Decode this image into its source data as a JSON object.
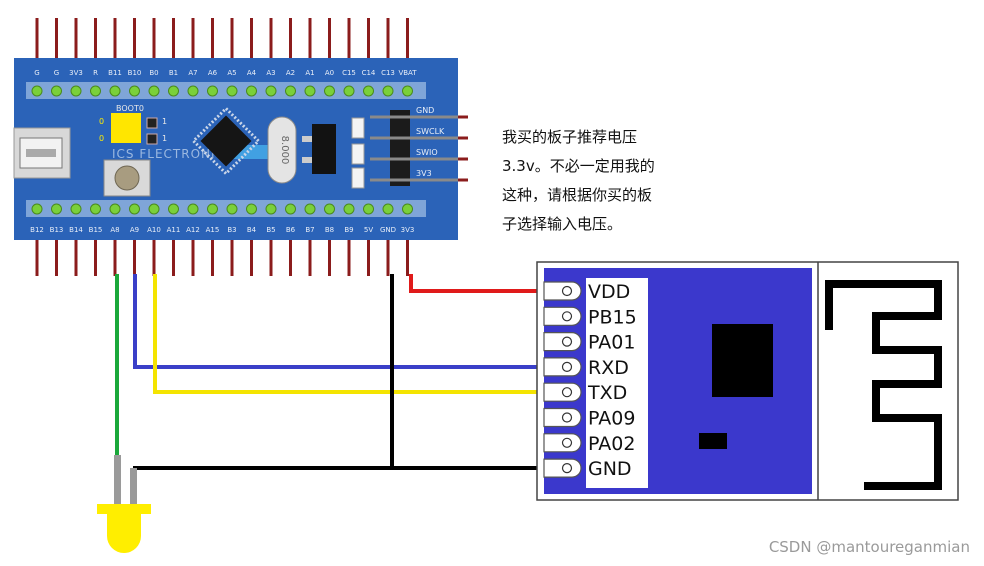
{
  "board": {
    "top_pins": [
      "G",
      "G",
      "3V3",
      "R",
      "B11",
      "B10",
      "B0",
      "B1",
      "A7",
      "A6",
      "A5",
      "A4",
      "A3",
      "A2",
      "A1",
      "A0",
      "C15",
      "C14",
      "C13",
      "VBAT"
    ],
    "bottom_pins": [
      "B12",
      "B13",
      "B14",
      "B15",
      "A8",
      "A9",
      "A10",
      "A11",
      "A12",
      "A15",
      "B3",
      "B4",
      "B5",
      "B6",
      "B7",
      "B8",
      "B9",
      "5V",
      "GND",
      "3V3"
    ],
    "debug_pins": [
      "GND",
      "SWCLK",
      "SWIO",
      "3V3"
    ],
    "boot_label": "BOOT0",
    "jumper_row1": [
      "0",
      "1"
    ],
    "jumper_row2": [
      "0",
      "1"
    ],
    "silk_text": "ICS FLECTRONICS",
    "crystal_text": "8.000"
  },
  "module": {
    "pins": [
      "VDD",
      "PB15",
      "PA01",
      "RXD",
      "TXD",
      "PA09",
      "PA02",
      "GND"
    ]
  },
  "note": "我买的板子推荐电压\n3.3v。不必一定用我的\n这种，请根据你买的板\n子选择输入电压。",
  "watermark": "CSDN @mantoureganmian",
  "colors": {
    "board_blue": "#2b63b8",
    "module_blue": "#3b38cc",
    "header_pin": "#8b1c1c",
    "wire_red": "#e01a1a",
    "wire_blue": "#3a3fc8",
    "wire_yellow": "#f4e400",
    "wire_green": "#1aa83a",
    "wire_black": "#000000",
    "led_yellow": "#ffee00"
  }
}
